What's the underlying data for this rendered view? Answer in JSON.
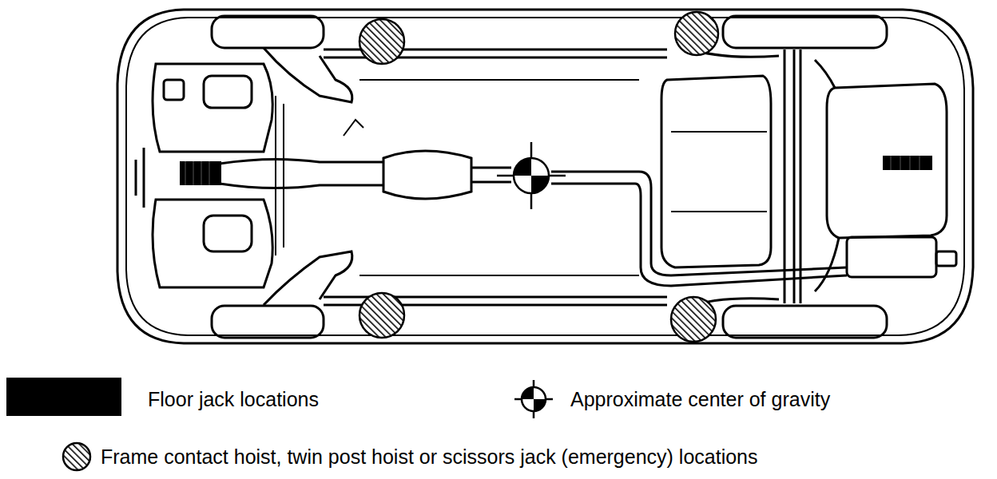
{
  "diagram": {
    "legend": [
      {
        "text": "Floor jack locations",
        "color": "#000000"
      },
      {
        "text": "Approximate center of gravity"
      },
      {
        "text": "Frame contact hoist, twin post hoist or scissors jack (emergency) locations"
      }
    ]
  }
}
